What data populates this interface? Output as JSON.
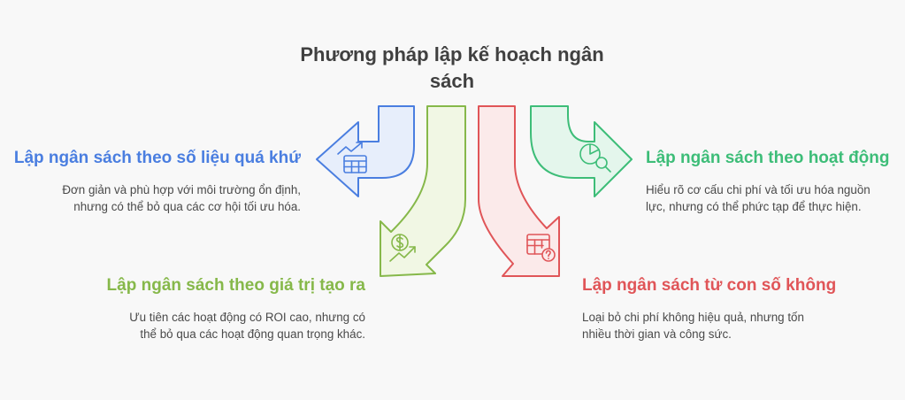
{
  "title": "Phương pháp lập kế hoạch ngân sách",
  "methods": [
    {
      "heading": "Lập ngân sách theo số liệu quá khứ",
      "description": "Đơn giản và phù hợp với môi trường ổn định, nhưng có thể bỏ qua các cơ hội tối ưu hóa.",
      "color": "#4a7ee0",
      "icon": "trend-table-icon"
    },
    {
      "heading": "Lập ngân sách theo giá trị tạo ra",
      "description": "Ưu tiên các hoạt động có ROI cao, nhưng có thể bỏ qua các hoạt động quan trọng khác.",
      "color": "#86b84a",
      "icon": "dollar-growth-icon"
    },
    {
      "heading": "Lập ngân sách từ con số không",
      "description": "Loại bỏ chi phí không hiệu quả, nhưng tốn nhiều thời gian và công sức.",
      "color": "#e05558",
      "icon": "table-question-icon"
    },
    {
      "heading": "Lập ngân sách theo hoạt động",
      "description": "Hiểu rõ cơ cấu chi phí và tối ưu hóa nguồn lực, nhưng có thể phức tạp để thực hiện.",
      "color": "#3dbd78",
      "icon": "pie-search-icon"
    }
  ]
}
